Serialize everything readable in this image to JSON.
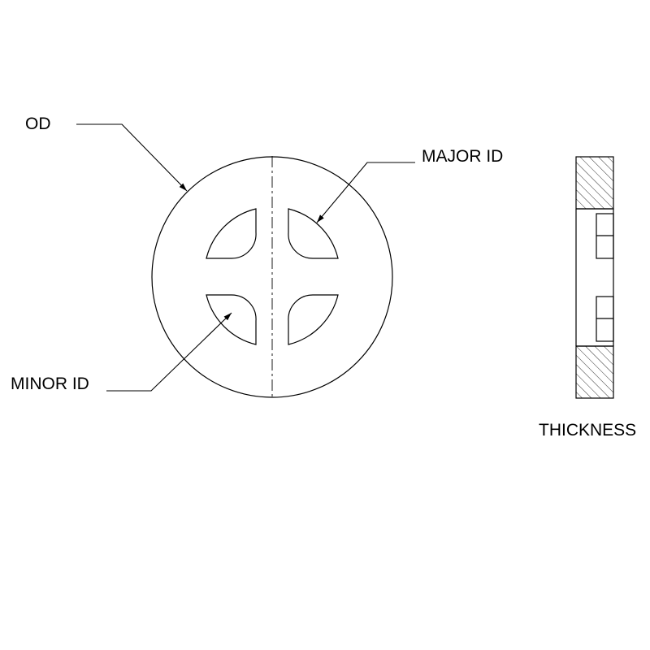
{
  "labels": {
    "od": "OD",
    "major_id": "MAJOR ID",
    "minor_id": "MINOR ID",
    "thickness": "THICKNESS"
  },
  "colors": {
    "line": "#000000",
    "background": "#ffffff"
  }
}
